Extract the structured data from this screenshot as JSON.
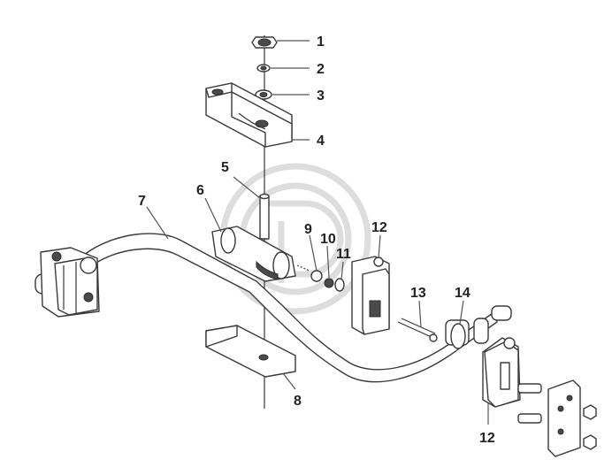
{
  "labels": [
    {
      "id": "l1",
      "text": "1"
    },
    {
      "id": "l2",
      "text": "2"
    },
    {
      "id": "l3",
      "text": "3"
    },
    {
      "id": "l4",
      "text": "4"
    },
    {
      "id": "l5",
      "text": "5"
    },
    {
      "id": "l6",
      "text": "6"
    },
    {
      "id": "l7",
      "text": "7"
    },
    {
      "id": "l8",
      "text": "8"
    },
    {
      "id": "l9",
      "text": "9"
    },
    {
      "id": "l10",
      "text": "10"
    },
    {
      "id": "l11",
      "text": "11"
    },
    {
      "id": "l12a",
      "text": "12"
    },
    {
      "id": "l12b",
      "text": "12"
    },
    {
      "id": "l13",
      "text": "13"
    },
    {
      "id": "l14",
      "text": "14"
    }
  ],
  "watermark": {
    "kind": "circular-logo",
    "color": "#d8d8d8"
  }
}
